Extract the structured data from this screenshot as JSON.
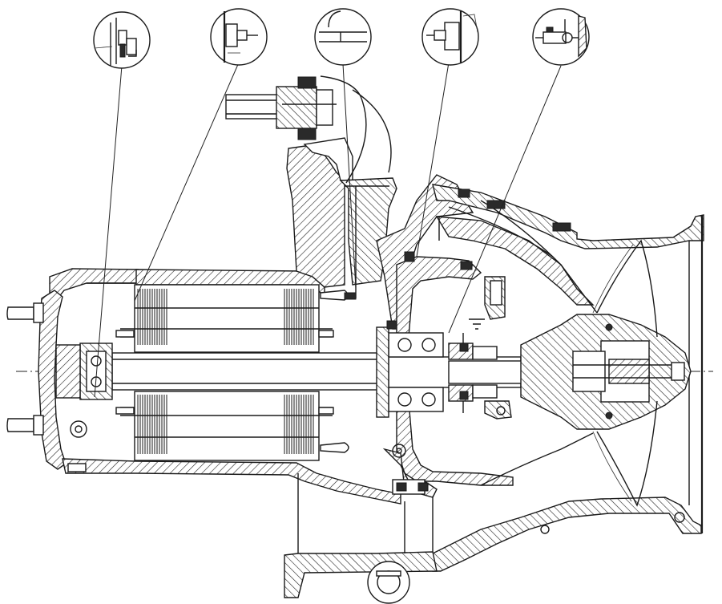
{
  "diagram": {
    "title": "",
    "detail_bubbles": [
      {
        "id": "detail-1",
        "icon": "bearing-seal-detail"
      },
      {
        "id": "detail-2",
        "icon": "cable-gland-detail"
      },
      {
        "id": "detail-3",
        "icon": "leakage-sensor-detail"
      },
      {
        "id": "detail-4",
        "icon": "mechanical-seal-detail"
      },
      {
        "id": "detail-5",
        "icon": "temperature-probe-detail"
      }
    ],
    "components": [
      "motor-housing",
      "stator-windings",
      "rotor-shaft",
      "cable-entry",
      "oil-chamber",
      "bearing",
      "mechanical-seal",
      "propeller-hub",
      "propeller-blade",
      "discharge-bell",
      "lifting-eye",
      "base-support"
    ]
  }
}
